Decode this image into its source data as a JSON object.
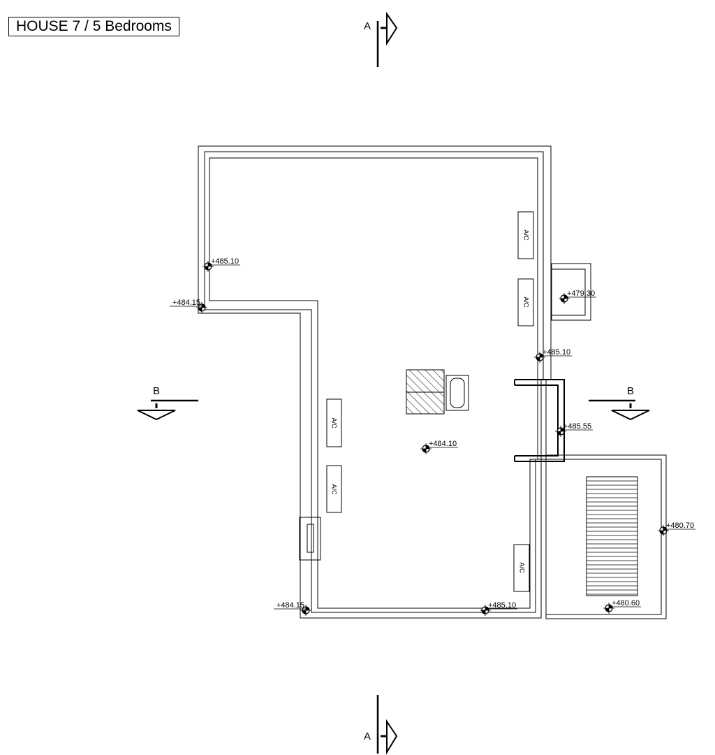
{
  "title": "HOUSE 7 / 5 Bedrooms",
  "section_marks": {
    "a_top": "A",
    "a_bottom": "A",
    "b_left": "B",
    "b_right": "B"
  },
  "equipment_label": "A/C",
  "levels": [
    "+485.10",
    "+484.15",
    "+479.30",
    "+485.10",
    "+485.55",
    "+484.10",
    "+480.70",
    "+484.15",
    "+485.10",
    "+480.60"
  ]
}
